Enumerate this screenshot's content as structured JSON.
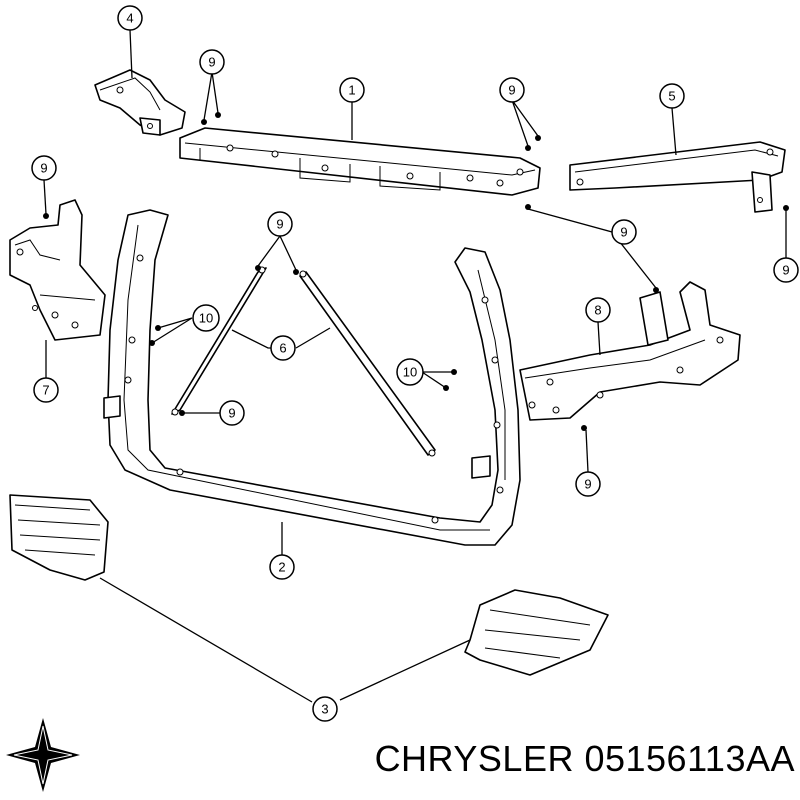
{
  "diagram": {
    "callouts": [
      {
        "id": "c4",
        "label": "4"
      },
      {
        "id": "c9a",
        "label": "9"
      },
      {
        "id": "c1",
        "label": "1"
      },
      {
        "id": "c9b",
        "label": "9"
      },
      {
        "id": "c5",
        "label": "5"
      },
      {
        "id": "c9c",
        "label": "9"
      },
      {
        "id": "c9d",
        "label": "9"
      },
      {
        "id": "c9e",
        "label": "9"
      },
      {
        "id": "c9f",
        "label": "9"
      },
      {
        "id": "c10a",
        "label": "10"
      },
      {
        "id": "c6",
        "label": "6"
      },
      {
        "id": "c8",
        "label": "8"
      },
      {
        "id": "c7",
        "label": "7"
      },
      {
        "id": "c10b",
        "label": "10"
      },
      {
        "id": "c9g",
        "label": "9"
      },
      {
        "id": "c9h",
        "label": "9"
      },
      {
        "id": "c2",
        "label": "2"
      },
      {
        "id": "c3",
        "label": "3"
      }
    ]
  },
  "footer": {
    "part_number_text": "CHRYSLER 05156113AA"
  }
}
